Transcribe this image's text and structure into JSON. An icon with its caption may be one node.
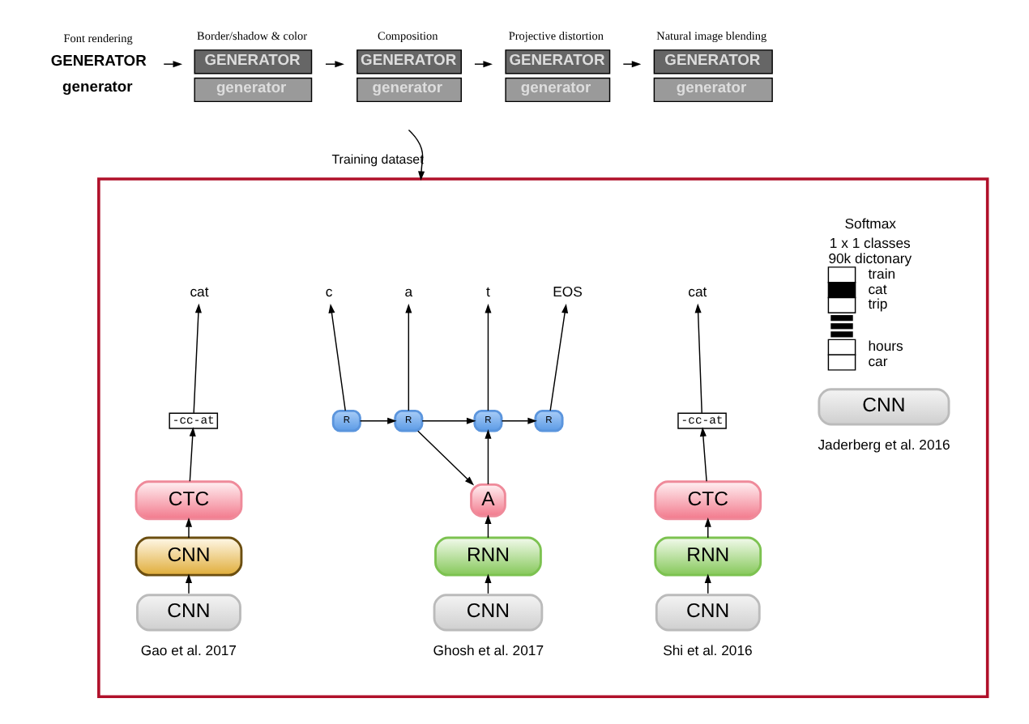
{
  "diagram": {
    "nodes": [
      {
        "text": [
          "Font rendering",
          "GENERATOR",
          "generator"
        ]
      },
      {
        "text": [
          "Border/shadow & color",
          "GENERATOR",
          "generator"
        ]
      },
      {
        "text": [
          "Composition",
          "GENERATOR",
          "generator"
        ]
      },
      {
        "text": [
          "Projective distortion",
          "GENERATOR",
          "generator"
        ]
      },
      {
        "text": [
          "Natural image blending",
          "GENERATOR",
          "generator"
        ]
      },
      {
        "text": [],
        "shape": "box"
      },
      {
        "text": [
          "CNN"
        ],
        "in": 5,
        "beside": [
          "Jaderberg et al. 2016"
        ]
      },
      {
        "text": [
          "cat"
        ],
        "in": 5
      },
      {
        "text": [
          "-cc-at"
        ],
        "in": 5
      },
      {
        "text": [
          "CTC"
        ],
        "in": 5
      },
      {
        "text": [
          "RNN"
        ],
        "in": 5
      },
      {
        "text": [
          "CNN"
        ],
        "in": 5,
        "beside": [
          "Shi et al. 2016"
        ]
      },
      {
        "text": [
          "c"
        ],
        "in": 5
      },
      {
        "text": [
          "a"
        ],
        "in": 5
      },
      {
        "text": [
          "t"
        ],
        "in": 5
      },
      {
        "text": [
          "EOS"
        ],
        "in": 5
      },
      {
        "text": [
          "R"
        ],
        "in": 5
      },
      {
        "text": [
          "R"
        ],
        "in": 5
      },
      {
        "text": [
          "R"
        ],
        "in": 5
      },
      {
        "text": [
          "R"
        ],
        "in": 5
      },
      {
        "text": [
          "A"
        ],
        "in": 5
      },
      {
        "text": [
          "RNN"
        ],
        "in": 5
      },
      {
        "text": [
          "CNN"
        ],
        "in": 5,
        "beside": [
          "Ghosh et al. 2017"
        ]
      },
      {
        "text": [
          "cat"
        ],
        "in": 5
      },
      {
        "text": [
          "-cc-at"
        ],
        "in": 5
      },
      {
        "text": [
          "CTC"
        ],
        "in": 5
      },
      {
        "text": [
          "CNN"
        ],
        "in": 5
      },
      {
        "text": [
          "CNN"
        ],
        "in": 5,
        "beside": [
          "Gao et al. 2017"
        ]
      }
    ],
    "edges": [
      {
        "from": 0,
        "to": 1,
        "arrow": "to"
      },
      {
        "from": 1,
        "to": 2,
        "arrow": "to"
      },
      {
        "from": 2,
        "to": 3,
        "arrow": "to"
      },
      {
        "from": 3,
        "to": 4,
        "arrow": "to"
      },
      {
        "from": null,
        "to": 5,
        "arrow": "to",
        "label": "Training dataset"
      },
      {
        "from": 11,
        "to": 10,
        "arrow": "to"
      },
      {
        "from": 10,
        "to": 9,
        "arrow": "to"
      },
      {
        "from": 9,
        "to": 8,
        "arrow": "to"
      },
      {
        "from": 8,
        "to": 7,
        "arrow": "to"
      },
      {
        "from": 22,
        "to": 21,
        "arrow": "to"
      },
      {
        "from": 21,
        "to": 20,
        "arrow": "to"
      },
      {
        "from": 20,
        "to": 18,
        "arrow": "to"
      },
      {
        "from": 17,
        "to": 20,
        "arrow": "to"
      },
      {
        "from": 16,
        "to": 17,
        "arrow": "to"
      },
      {
        "from": 17,
        "to": 18,
        "arrow": "to"
      },
      {
        "from": 18,
        "to": 19,
        "arrow": "to"
      },
      {
        "from": 16,
        "to": 12,
        "arrow": "to"
      },
      {
        "from": 17,
        "to": 13,
        "arrow": "to"
      },
      {
        "from": 18,
        "to": 14,
        "arrow": "to"
      },
      {
        "from": 19,
        "to": 15,
        "arrow": "to"
      },
      {
        "from": 27,
        "to": 26,
        "arrow": "to"
      },
      {
        "from": 26,
        "to": 25,
        "arrow": "to"
      },
      {
        "from": 25,
        "to": 24,
        "arrow": "to"
      },
      {
        "from": 24,
        "to": 23,
        "arrow": "to"
      }
    ],
    "labels": [
      "Softmax",
      "1 x 1 classes",
      "90k dictonary",
      "train",
      "cat",
      "trip",
      "hours",
      "car"
    ]
  }
}
